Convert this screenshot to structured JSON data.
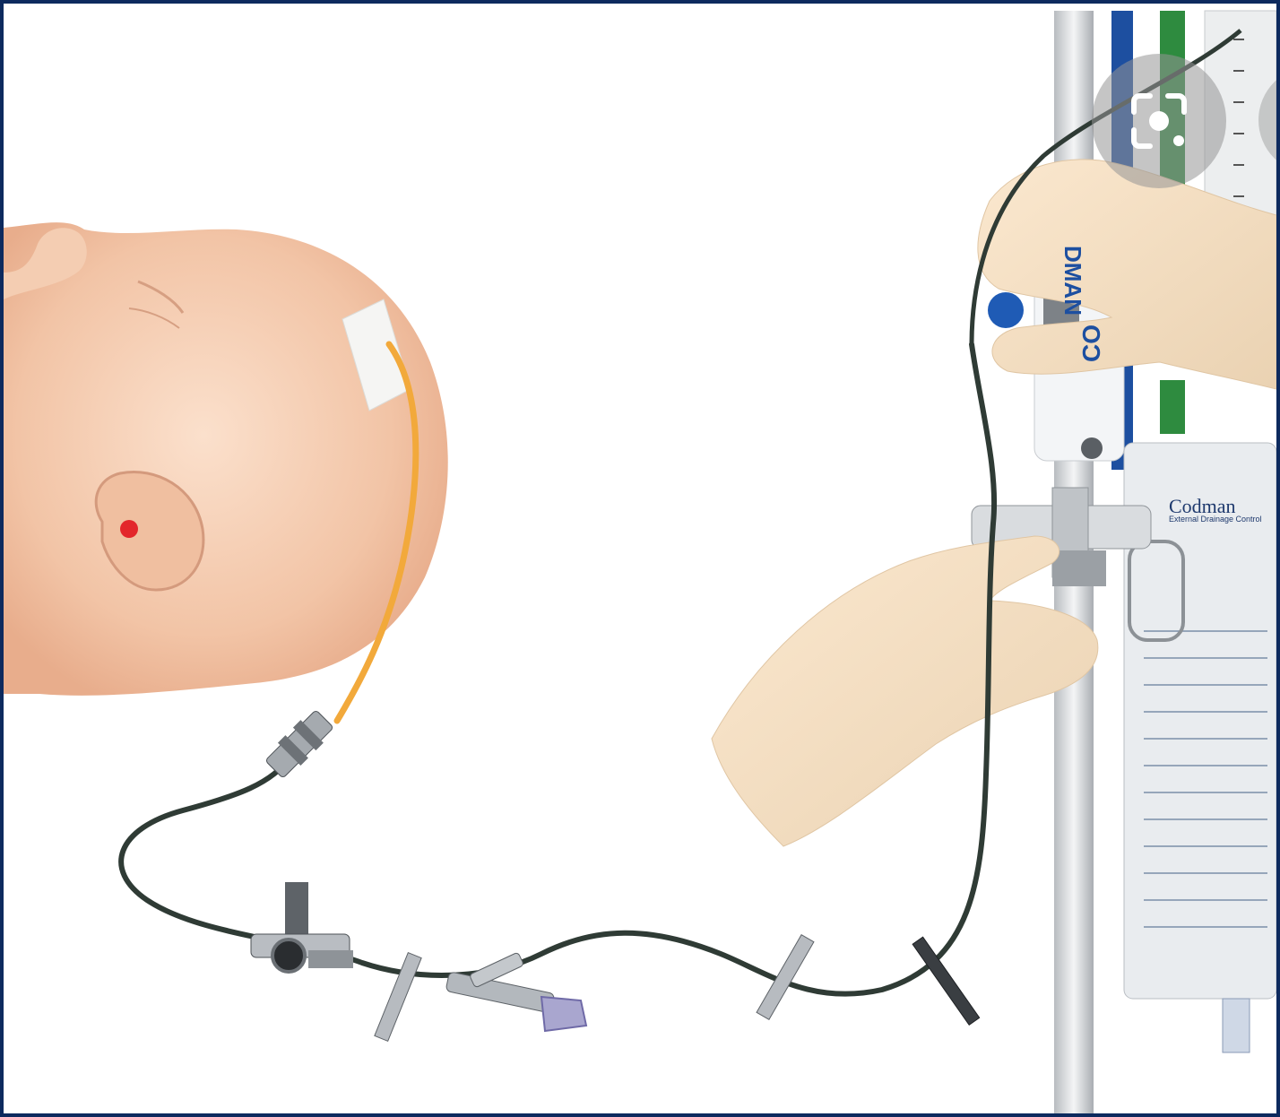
{
  "image": {
    "brand_label": "Codman",
    "brand_sub_label": "External Drainage Control",
    "panel_label_left": "CO",
    "panel_label_top": "DMAN"
  },
  "colors": {
    "border": "#0d2a5e",
    "catheter": "#f2a93b",
    "tubing": "#2f3b35",
    "laser": "#e3262b",
    "skin": "#f3c7a8",
    "panel_blue": "#1d4fa0",
    "panel_green": "#2e8b3f"
  },
  "icons": {
    "lens": "visual-search-icon"
  }
}
